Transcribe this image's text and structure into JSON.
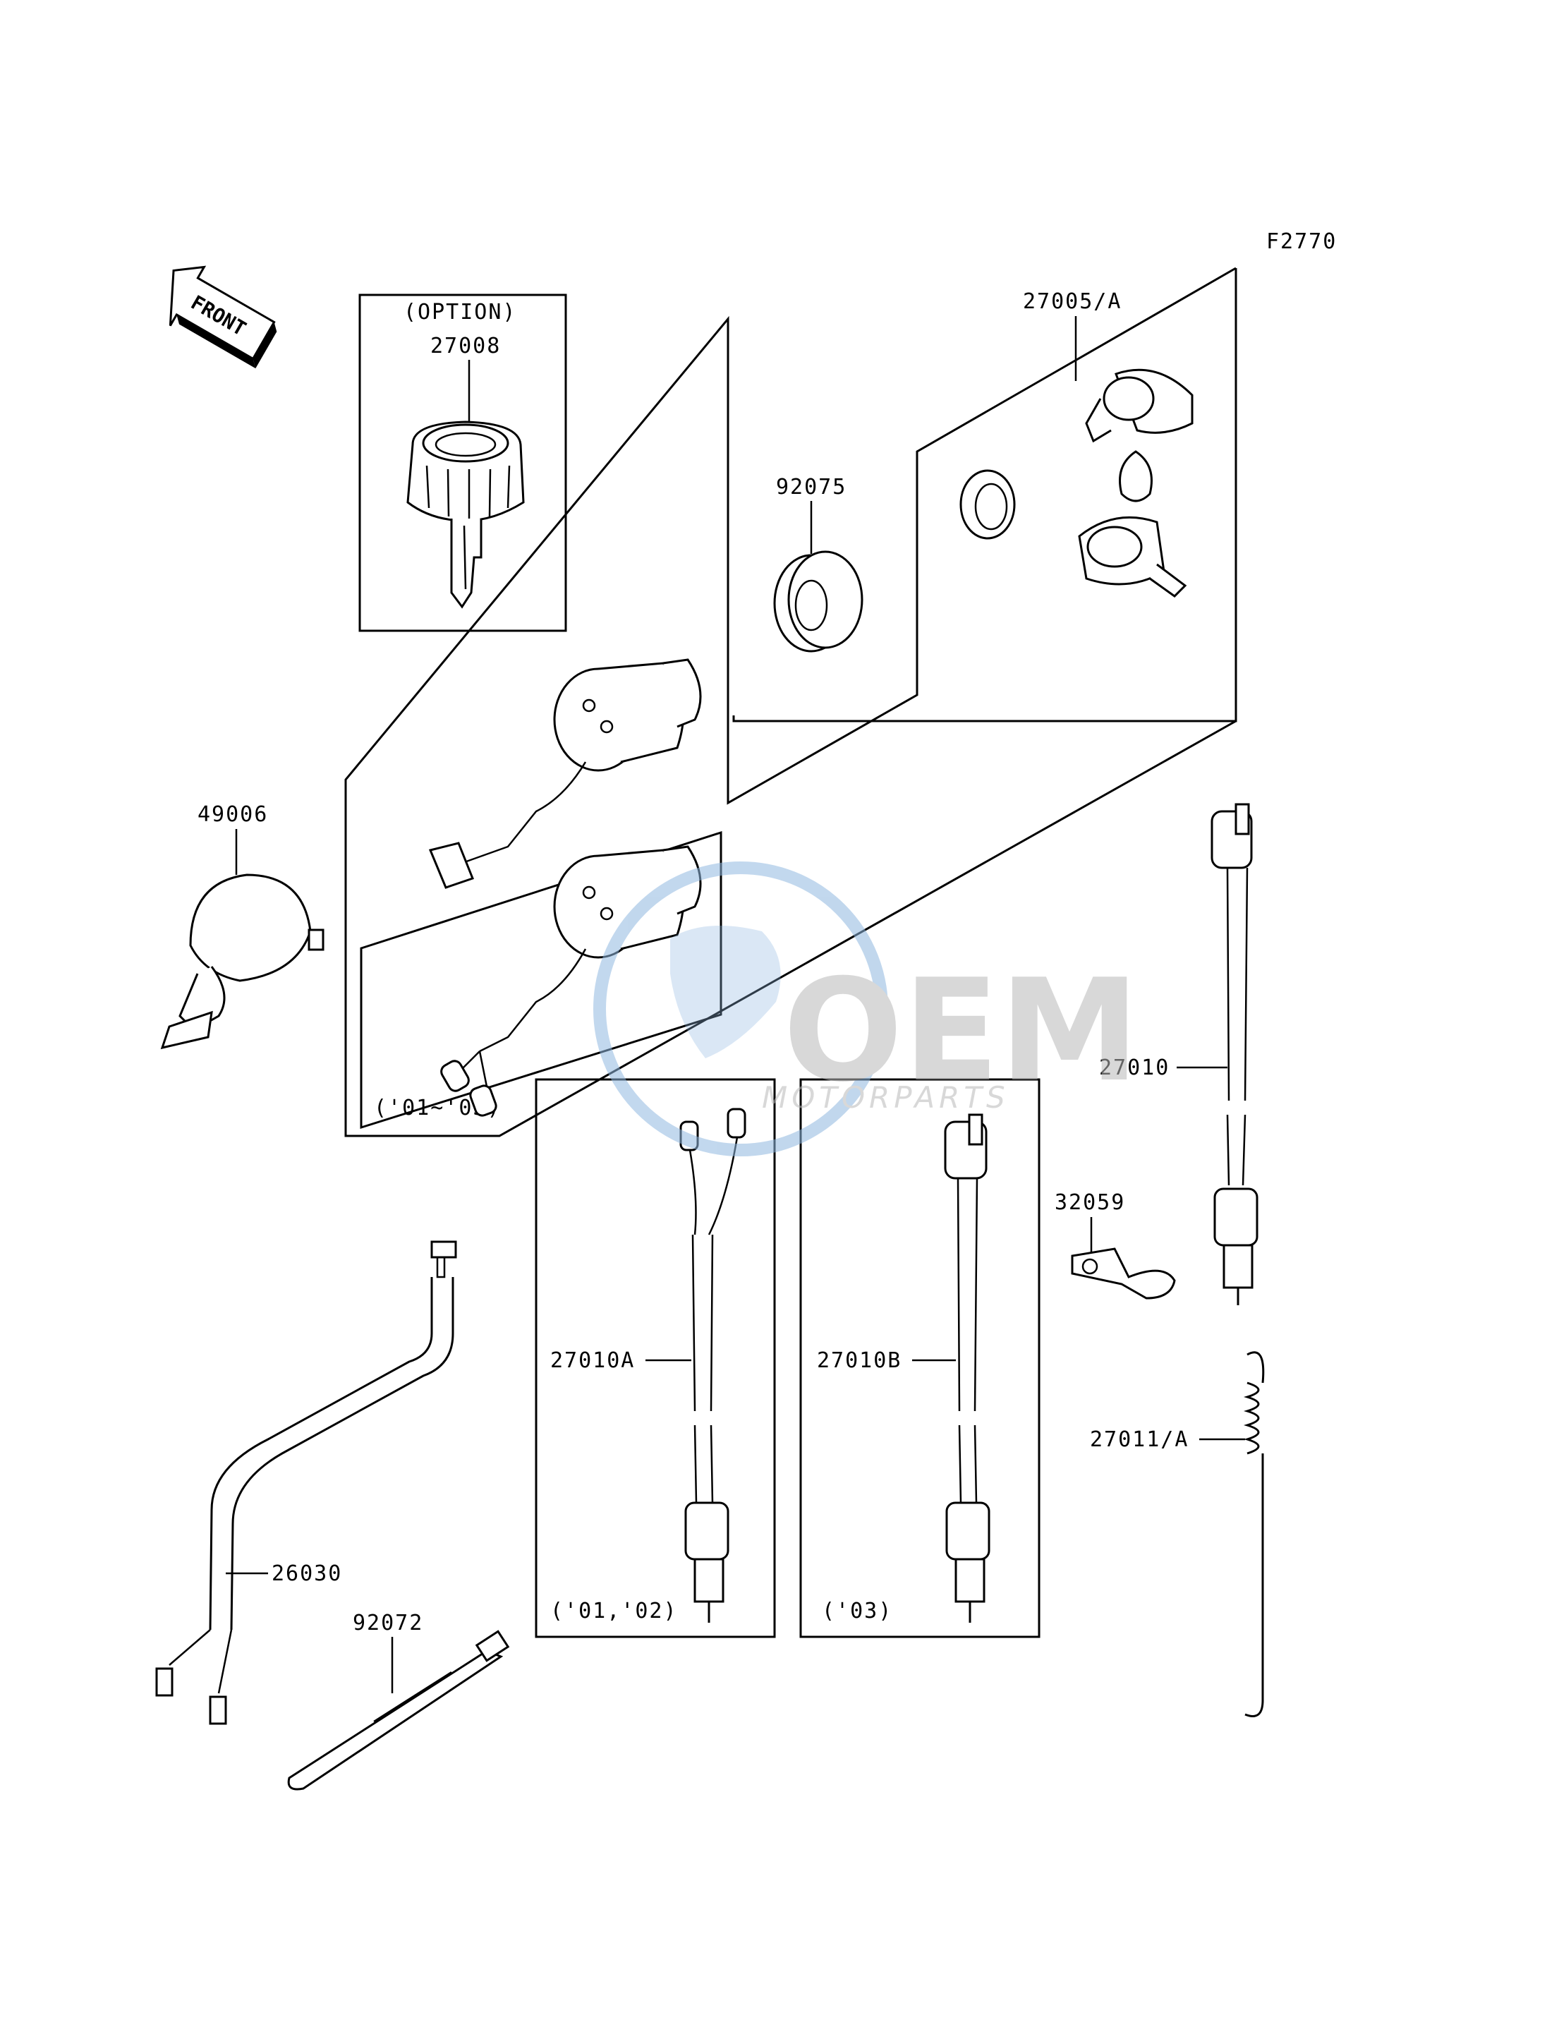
{
  "figure_code": "F2770",
  "direction_arrow": {
    "text": "FRONT"
  },
  "watermark": {
    "brand": "OEM",
    "sub": "MOTORPARTS",
    "colors": {
      "globe": "#8fb8e0",
      "letters": "#b9b9b9"
    }
  },
  "groups": {
    "option_note": "(OPTION)",
    "years_01_03": "('01~'03)",
    "years_01_02": "('01,'02)",
    "years_03": "('03)"
  },
  "parts": {
    "p27008": "27008",
    "p27005A": "27005/A",
    "p92075": "92075",
    "p49006": "49006",
    "p27010": "27010",
    "p32059": "32059",
    "p27010A": "27010A",
    "p27010B": "27010B",
    "p27011A": "27011/A",
    "p26030": "26030",
    "p92072": "92072"
  }
}
